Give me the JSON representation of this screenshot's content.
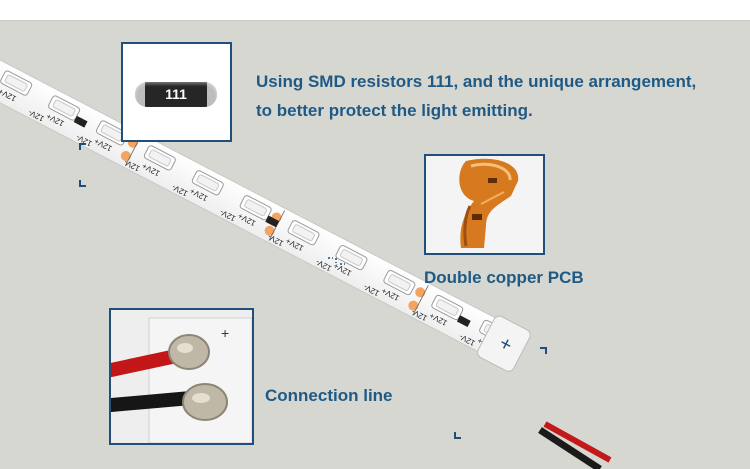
{
  "smd": {
    "resistor_code": "111",
    "caption_line1": "Using SMD resistors 111, and the unique arrangement,",
    "caption_line2": "to better protect the light emitting."
  },
  "pcb": {
    "caption": "Double copper PCB"
  },
  "connection": {
    "caption": "Connection line"
  },
  "strip": {
    "label_plus": "12V+",
    "label_minus": "12V-",
    "sticker_plus": "+"
  },
  "colors": {
    "caption": "#1f5a86",
    "frame": "#1f4f7a",
    "pad": "#f3a460",
    "background": "#d6d7d0"
  }
}
